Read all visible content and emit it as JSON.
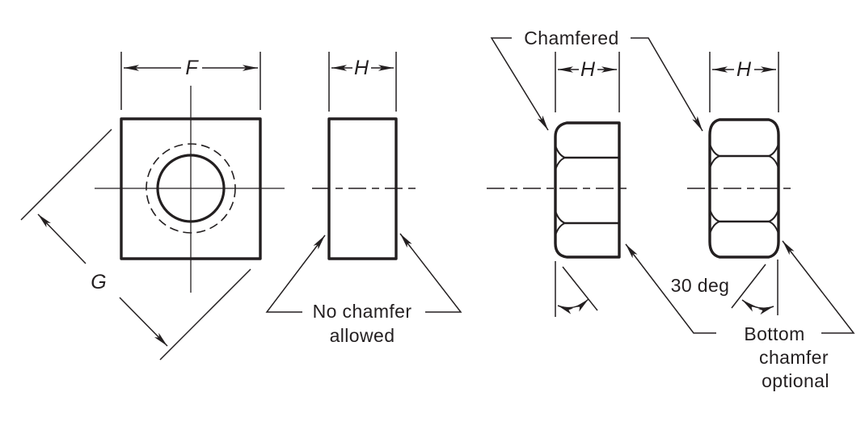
{
  "drawing": {
    "dimensions": {
      "F": "F",
      "G": "G",
      "H": "H"
    },
    "labels": {
      "chamfered": "Chamfered",
      "no_chamfer": {
        "line1": "No chamfer",
        "line2": "allowed"
      },
      "angle": "30 deg",
      "bottom_chamfer": {
        "line1": "Bottom",
        "line2": "chamfer",
        "line3": "optional"
      }
    },
    "colors": {
      "ink": "#231f20",
      "background": "#ffffff"
    }
  }
}
